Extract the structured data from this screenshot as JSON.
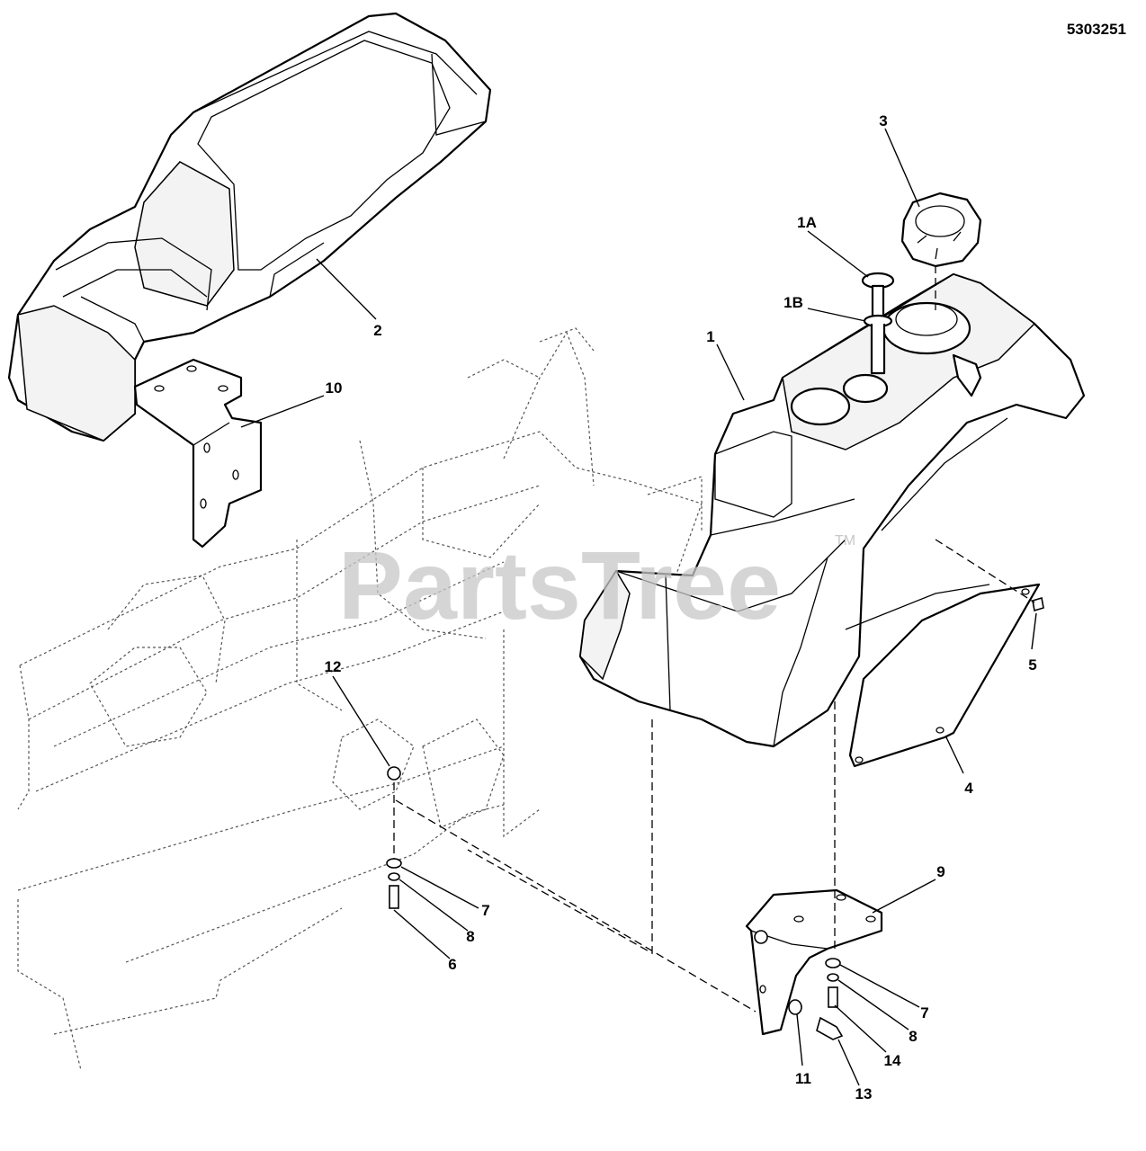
{
  "document_number": "5303251",
  "watermark": {
    "text": "PartsTree",
    "trademark": "TM"
  },
  "callouts": [
    {
      "id": "1",
      "label": "1"
    },
    {
      "id": "1A",
      "label": "1A"
    },
    {
      "id": "1B",
      "label": "1B"
    },
    {
      "id": "2",
      "label": "2"
    },
    {
      "id": "3",
      "label": "3"
    },
    {
      "id": "4",
      "label": "4"
    },
    {
      "id": "5",
      "label": "5"
    },
    {
      "id": "6",
      "label": "6"
    },
    {
      "id": "7a",
      "label": "7"
    },
    {
      "id": "7b",
      "label": "7"
    },
    {
      "id": "8a",
      "label": "8"
    },
    {
      "id": "8b",
      "label": "8"
    },
    {
      "id": "9",
      "label": "9"
    },
    {
      "id": "10",
      "label": "10"
    },
    {
      "id": "11",
      "label": "11"
    },
    {
      "id": "12",
      "label": "12"
    },
    {
      "id": "13",
      "label": "13"
    },
    {
      "id": "14",
      "label": "14"
    }
  ]
}
